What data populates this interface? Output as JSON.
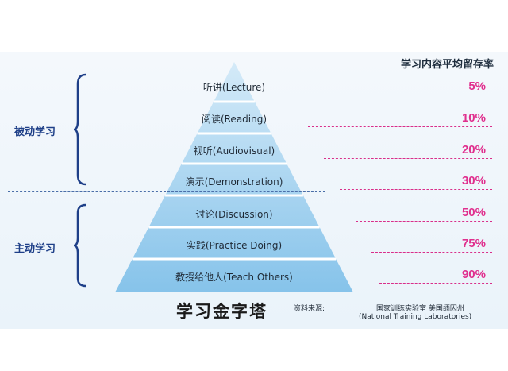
{
  "rate_header": "学习内容平均留存率",
  "groups": {
    "passive": "被动学习",
    "active": "主动学习"
  },
  "layers": [
    {
      "label": "听讲(Lecture)",
      "rate": "5%"
    },
    {
      "label": "阅读(Reading)",
      "rate": "10%"
    },
    {
      "label": "视听(Audiovisual)",
      "rate": "20%"
    },
    {
      "label": "演示(Demonstration)",
      "rate": "30%"
    },
    {
      "label": "讨论(Discussion)",
      "rate": "50%"
    },
    {
      "label": "实践(Practice Doing)",
      "rate": "75%"
    },
    {
      "label": "教授给他人(Teach Others)",
      "rate": "90%"
    }
  ],
  "title": "学习金字塔",
  "source": {
    "label": "资料来源:",
    "org_cn": "国家训练实验室 美国缅因州",
    "org_en": "(National Training Laboratories)"
  },
  "colors": {
    "rate": "#e0308e",
    "group": "#1e3f88",
    "pyramid_top": "#cfe7f7",
    "pyramid_bottom": "#7fc0e8"
  }
}
